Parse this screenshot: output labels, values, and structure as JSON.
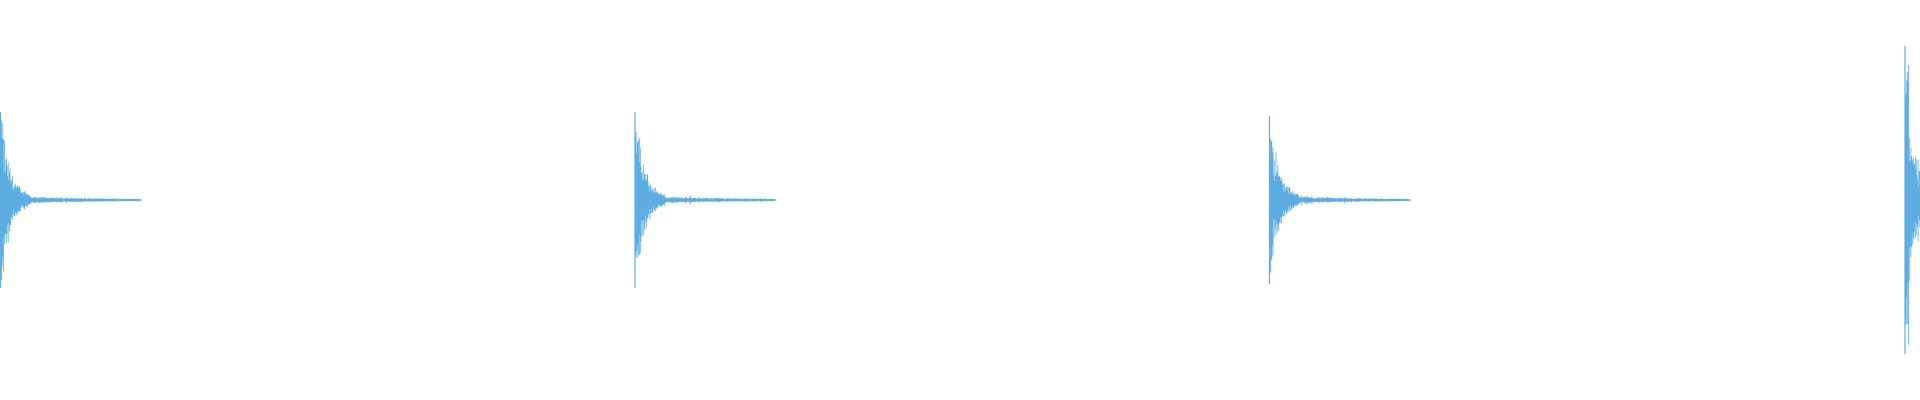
{
  "waveform": {
    "color": "#5dade2",
    "background": "#ffffff",
    "hits": [
      {
        "peak": 0.44,
        "has_tail": true
      },
      {
        "peak": 0.44,
        "has_tail": true
      },
      {
        "peak": 0.42,
        "has_tail": true
      },
      {
        "peak": 0.77,
        "has_tail": false
      }
    ]
  }
}
